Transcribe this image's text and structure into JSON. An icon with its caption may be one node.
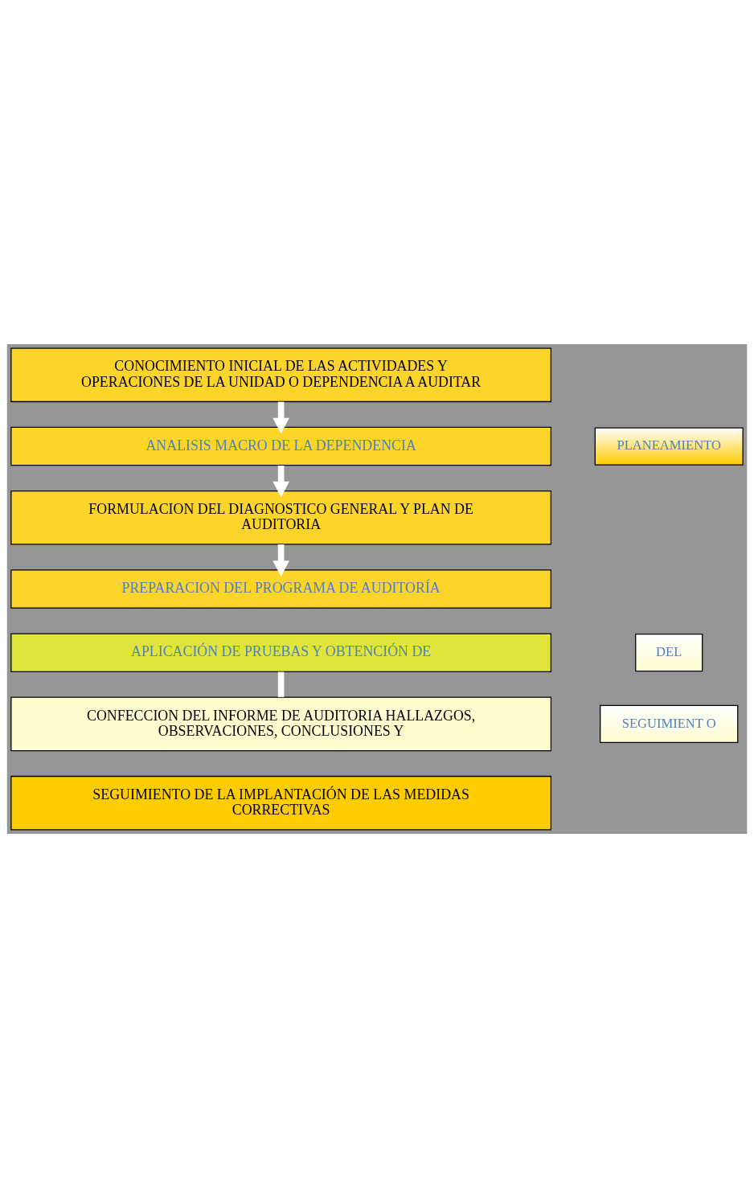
{
  "diagram": {
    "nodes": [
      {
        "text": [
          "CONOCIMIENTO INICIAL DE LAS ACTIVIDADES Y OPERACIONES DE LA UNIDAD O DEPENDENCIA A AUDITAR"
        ]
      },
      {
        "text": [
          "ANALISIS MACRO DE LA DEPENDENCIA"
        ]
      },
      {
        "text": [
          "FORMULACION DEL DIAGNOSTICO GENERAL Y PLAN DE AUDITORIA"
        ]
      },
      {
        "text": [
          "PREPARACION DEL PROGRAMA DE AUDITORÍA"
        ]
      },
      {
        "text": [
          "APLICACIÓN DE PRUEBAS Y OBTENCIÓN DE"
        ]
      },
      {
        "text": [
          "CONFECCION DEL INFORME DE AUDITORIA HALLAZGOS, OBSERVACIONES, CONCLUSIONES Y"
        ]
      },
      {
        "text": [
          "SEGUIMIENTO DE LA IMPLANTACIÓN DE LAS MEDIDAS CORRECTIVAS"
        ]
      },
      {
        "text": [
          "PLANEAMIENTO"
        ]
      },
      {
        "text": [
          "DEL"
        ]
      },
      {
        "text": [
          "SEGUIMIENT O"
        ]
      }
    ],
    "edges": [
      {
        "from": 0,
        "to": 1,
        "arrow": "to"
      },
      {
        "from": 1,
        "to": 2,
        "arrow": "to"
      },
      {
        "from": 2,
        "to": 3,
        "arrow": "to"
      },
      {
        "from": 4,
        "to": 5,
        "arrow": "none"
      }
    ]
  }
}
